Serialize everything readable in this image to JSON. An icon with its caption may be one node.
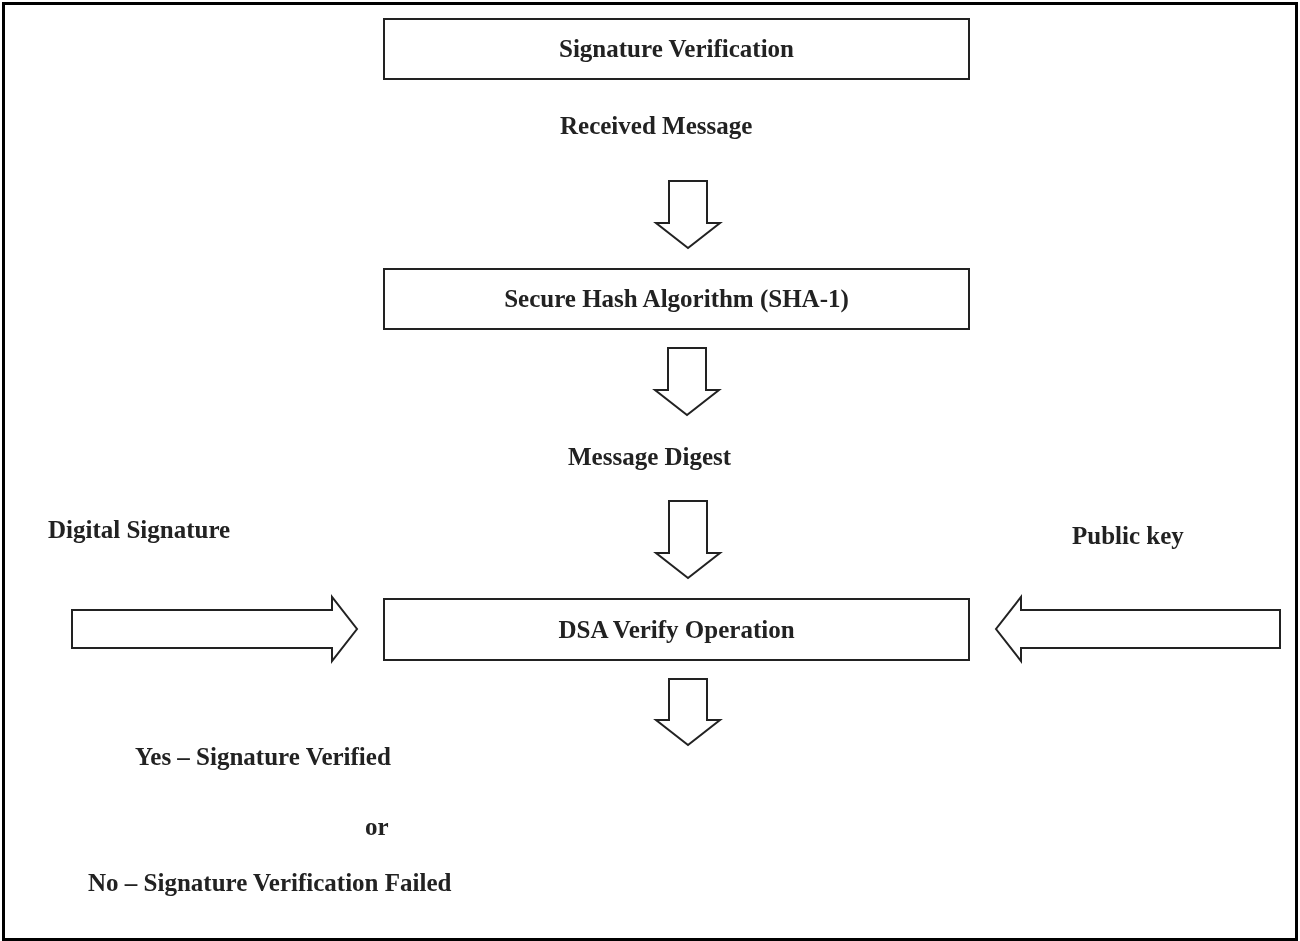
{
  "diagram": {
    "nodes": [
      {
        "text": [
          "Signature Verification"
        ]
      },
      {
        "text": [
          "Received Message"
        ]
      },
      {
        "text": [
          "Secure Hash Algorithm (SHA-1)"
        ]
      },
      {
        "text": [
          "Message Digest"
        ]
      },
      {
        "text": [
          "Digital Signature"
        ]
      },
      {
        "text": [
          "DSA Verify Operation"
        ]
      },
      {
        "text": [
          "Public key"
        ]
      }
    ],
    "labels": [
      "Yes – Signature Verified",
      "or",
      "No – Signature Verification Failed"
    ],
    "edges": [
      {
        "from": 1,
        "to": 2,
        "arrow": "to"
      },
      {
        "from": 2,
        "to": 3,
        "arrow": "to"
      },
      {
        "from": 3,
        "to": 5,
        "arrow": "to"
      },
      {
        "from": 4,
        "to": 5,
        "arrow": "to"
      },
      {
        "from": 6,
        "to": 5,
        "arrow": "to"
      },
      {
        "from": 5,
        "to": null,
        "arrow": "to"
      }
    ]
  }
}
